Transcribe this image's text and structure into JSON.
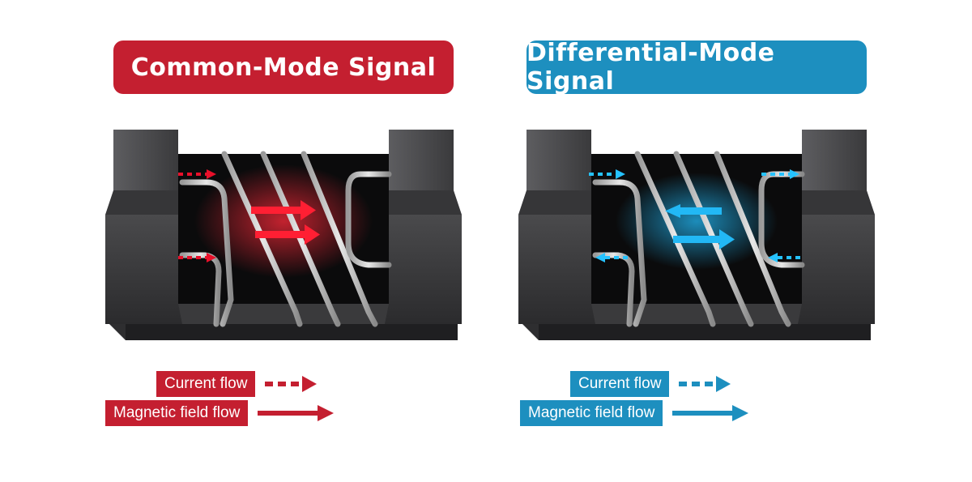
{
  "panels": [
    {
      "title": "Common-Mode Signal",
      "accent": "#c41f30",
      "glow": "#ff2a3a",
      "legend": {
        "current_label": "Current flow",
        "magnetic_label": "Magnetic field flow"
      }
    },
    {
      "title": "Differential-Mode Signal",
      "accent": "#1d8fbf",
      "glow": "#22b8f5",
      "legend": {
        "current_label": "Current flow",
        "magnetic_label": "Magnetic field flow"
      }
    }
  ],
  "icons": [
    "dashed-arrow-icon",
    "solid-arrow-icon"
  ]
}
